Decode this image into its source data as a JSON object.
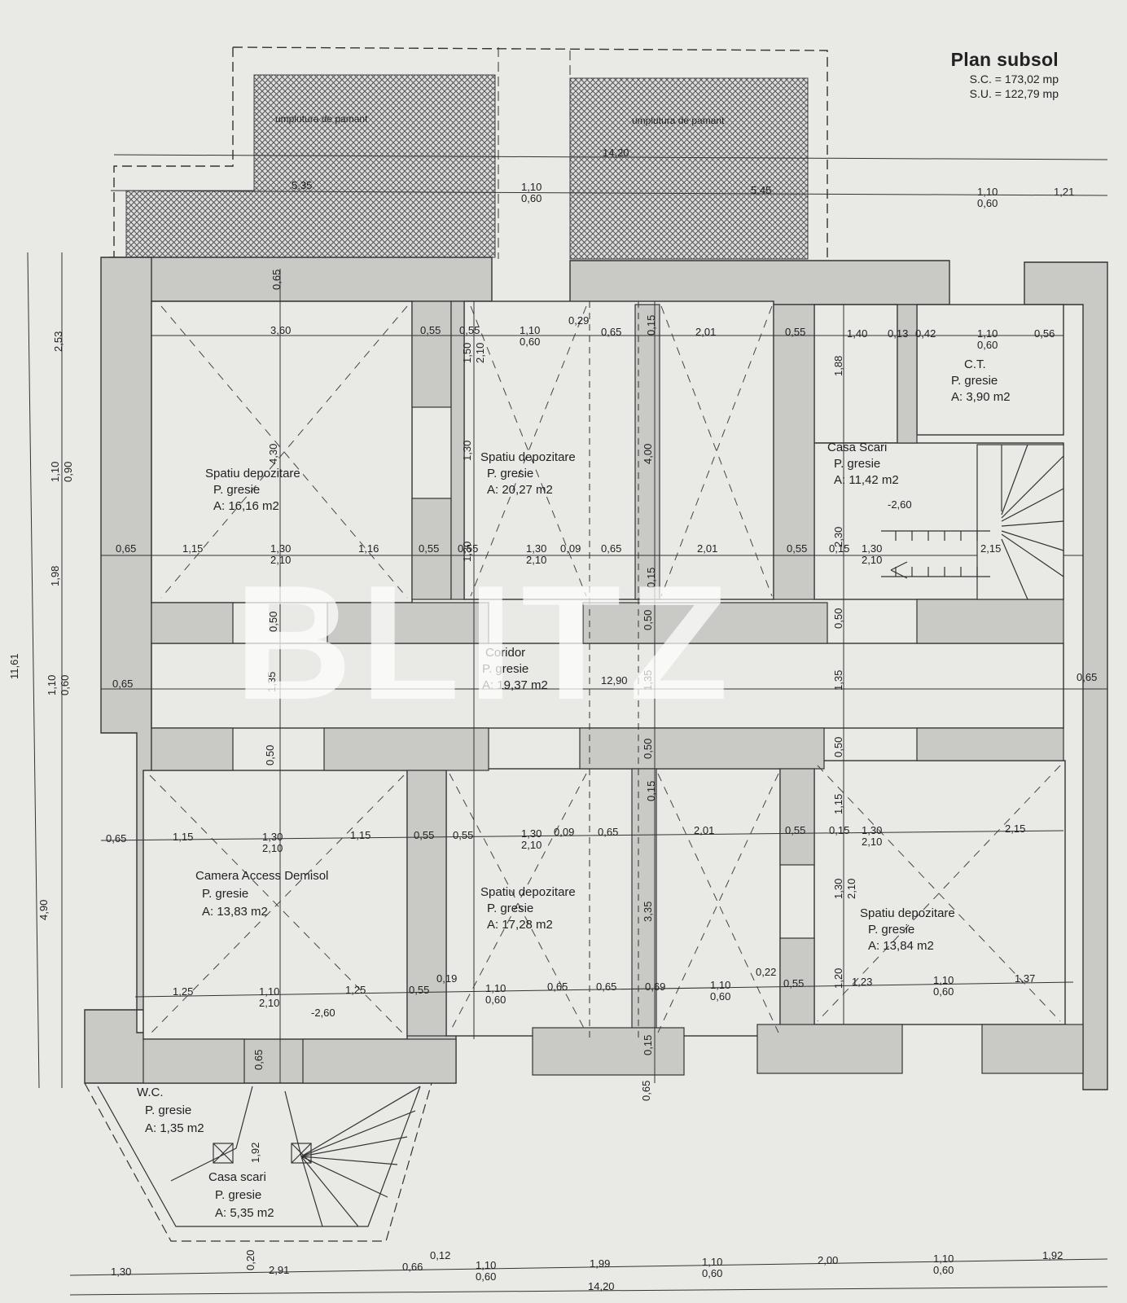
{
  "header": {
    "title": "Plan subsol",
    "sc": "S.C. = 173,02 mp",
    "su": "S.U. = 122,79 mp"
  },
  "watermark": "BLITZ",
  "fill": [
    "umplutura de pamant",
    "umplutura de pamant"
  ],
  "rooms": [
    {
      "name": "Spatiu depozitare",
      "floor": "P. gresie",
      "area": "A: 16,16 m2"
    },
    {
      "name": "Spatiu depozitare",
      "floor": "P. gresie",
      "area": "A: 20,27 m2"
    },
    {
      "name": "C.T.",
      "floor": "P. gresie",
      "area": "A: 3,90 m2"
    },
    {
      "name": "Casa Scari",
      "floor": "P. gresie",
      "area": "A: 11,42 m2",
      "level": "-2,60"
    },
    {
      "name": "Coridor",
      "floor": "P. gresie",
      "area": "A: 19,37 m2"
    },
    {
      "name": "Camera Access Demisol",
      "floor": "P. gresie",
      "area": "A: 13,83 m2",
      "level": "-2,60"
    },
    {
      "name": "Spatiu depozitare",
      "floor": "P. gresie",
      "area": "A: 17,28 m2"
    },
    {
      "name": "Spatiu depozitare",
      "floor": "P. gresie",
      "area": "A: 13,84 m2"
    },
    {
      "name": "W.C.",
      "floor": "P. gresie",
      "area": "A: 1,35 m2"
    },
    {
      "name": "Casa scari",
      "floor": "P. gresie",
      "area": "A: 5,35 m2"
    }
  ],
  "dims": {
    "top1": "14,20",
    "top_a": "5,35",
    "top_b": "1,10",
    "top_c": "0,60",
    "top_d": "5,45",
    "top_e": "1,10",
    "top_f": "0,60",
    "top_g": "1,21",
    "r1": [
      "3,60",
      "0,55",
      "0,55",
      "1,10",
      "0,60",
      "0,29",
      "0,65",
      "2,01",
      "0,55",
      "1,40",
      "0,13",
      "0,42",
      "1,10",
      "0,60",
      "0,56"
    ],
    "r2": [
      "0,65",
      "1,15",
      "1,30",
      "2,10",
      "1,16",
      "0,55",
      "0,55",
      "1,30",
      "2,10",
      "0,09",
      "0,65",
      "2,01",
      "0,55",
      "0,15",
      "1,30",
      "2,10",
      "2,15"
    ],
    "cor": [
      "0,65",
      "12,90",
      "0,65"
    ],
    "r3": [
      "0,65",
      "1,15",
      "1,30",
      "2,10",
      "1,15",
      "0,55",
      "0,55",
      "1,30",
      "2,10",
      "0,09",
      "0,65",
      "2,01",
      "0,55",
      "0,15",
      "1,30",
      "2,10",
      "2,15"
    ],
    "r4": [
      "1,25",
      "1,10",
      "2,10",
      "1,25",
      "0,55",
      "0,19",
      "1,10",
      "0,60",
      "0,65",
      "0,65",
      "0,69",
      "1,10",
      "0,60",
      "0,22",
      "0,55",
      "1,23",
      "1,10",
      "0,60",
      "1,37"
    ],
    "bot": [
      "1,30",
      "2,91",
      "0,66",
      "0,12",
      "1,10",
      "0,60",
      "1,99",
      "1,10",
      "0,60",
      "2,00",
      "1,10",
      "0,60",
      "1,92"
    ],
    "bot_total": "14,20",
    "left": [
      "2,53",
      "1,10",
      "0,90",
      "1,98",
      "1,10",
      "0,60",
      "4,90"
    ],
    "left_total": "11,61",
    "v": [
      "0,65",
      "4,30",
      "0,50",
      "1,35",
      "0,50",
      "0,65",
      "1,92",
      "0,20",
      "1,50",
      "2,10",
      "1,30",
      "1,30",
      "0,15",
      "4,00",
      "0,15",
      "0,50",
      "1,35",
      "0,50",
      "0,15",
      "3,35",
      "0,15",
      "0,65",
      "1,88",
      "2,30",
      "0,50",
      "1,35",
      "0,50",
      "1,15",
      "1,30",
      "2,10",
      "1,20"
    ]
  }
}
